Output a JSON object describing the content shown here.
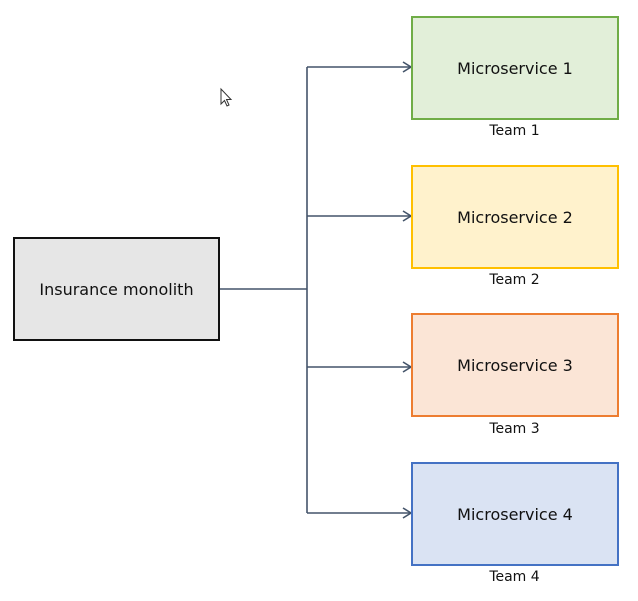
{
  "monolith": {
    "label": "Insurance monolith",
    "fill": "#e6e6e6",
    "border": "#111111"
  },
  "services": [
    {
      "label": "Microservice 1",
      "team": "Team 1",
      "fill": "#e2efd9",
      "border": "#70ad47"
    },
    {
      "label": "Microservice 2",
      "team": "Team 2",
      "fill": "#fff2cc",
      "border": "#ffc000"
    },
    {
      "label": "Microservice 3",
      "team": "Team 3",
      "fill": "#fbe5d6",
      "border": "#ed7d31"
    },
    {
      "label": "Microservice 4",
      "team": "Team 4",
      "fill": "#dae3f3",
      "border": "#4472c4"
    }
  ],
  "connector_color": "#44546a",
  "icons": {
    "cursor": "mouse-pointer-icon"
  }
}
